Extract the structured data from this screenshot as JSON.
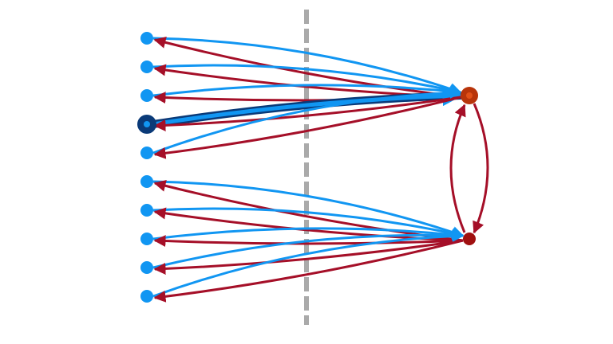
{
  "colors": {
    "background": "#ffffff",
    "outgoing_edge": "#1196f2",
    "incoming_edge": "#a50f28",
    "client_node": "#1196f2",
    "highlight_node_ring": "#0a3a78",
    "highlight_edge_outline": "#0a3a78",
    "hub_a_fill": "#b8340a",
    "hub_a_center": "#e05018",
    "hub_b_fill": "#a01010",
    "divider": "#aaaaaa"
  },
  "nodes": {
    "clients_group_a": [
      {
        "id": "a1"
      },
      {
        "id": "a2"
      },
      {
        "id": "a3"
      },
      {
        "id": "a4",
        "highlighted": true
      },
      {
        "id": "a5"
      }
    ],
    "clients_group_b": [
      {
        "id": "b1"
      },
      {
        "id": "b2"
      },
      {
        "id": "b3"
      },
      {
        "id": "b4"
      },
      {
        "id": "b5"
      }
    ],
    "hubs": [
      {
        "id": "hub-a"
      },
      {
        "id": "hub-b"
      }
    ]
  },
  "divider": {
    "style": "dashed"
  }
}
